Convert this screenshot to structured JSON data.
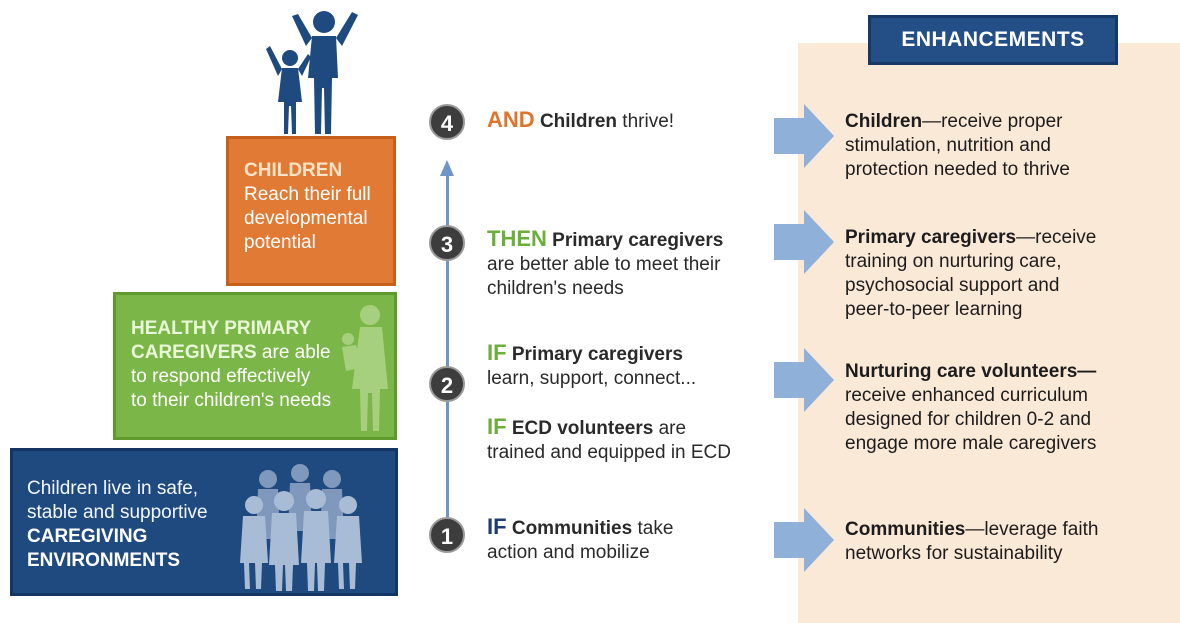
{
  "pyramid": {
    "children": {
      "title": "CHILDREN",
      "lines": [
        "Reach their full",
        "developmental",
        "potential"
      ]
    },
    "caregivers": {
      "title_line1": "HEALTHY PRIMARY",
      "title_line2": "CAREGIVERS",
      "line2_rest": " are able",
      "lines": [
        "to respond effectively",
        "to their children's needs"
      ]
    },
    "environment": {
      "lines": [
        "Children live in safe,",
        "stable and supportive"
      ],
      "emphasis": [
        "CAREGIVING",
        "ENVIRONMENTS"
      ]
    }
  },
  "steps": [
    {
      "number": "4",
      "keyword": "AND",
      "bold": "Children",
      "rest": " thrive!"
    },
    {
      "number": "3",
      "keyword": "THEN",
      "bold": "Primary caregivers",
      "line2": "are better able to meet their",
      "line3": "children's needs"
    },
    {
      "number": "2",
      "items": [
        {
          "keyword": "IF",
          "bold": "Primary caregivers",
          "line2": "learn, support, connect..."
        },
        {
          "keyword": "IF",
          "bold": "ECD volunteers",
          "rest": " are",
          "line2": "trained and equipped in ECD"
        }
      ]
    },
    {
      "number": "1",
      "keyword": "IF",
      "bold": "Communities",
      "rest": " take",
      "line2": "action and mobilize"
    }
  ],
  "enhancements": {
    "header": "ENHANCEMENTS",
    "items": [
      {
        "bold": "Children",
        "rest": "—receive proper",
        "lines": [
          "stimulation, nutrition and",
          "protection needed to thrive"
        ]
      },
      {
        "bold": "Primary caregivers",
        "rest": "—receive",
        "lines": [
          "training on nurturing care,",
          "psychosocial support and",
          "peer-to-peer learning"
        ]
      },
      {
        "bold": "Nurturing care volunteers",
        "rest": "—",
        "lines": [
          "receive enhanced curriculum",
          "designed for children 0-2 and",
          "engage more male caregivers"
        ]
      },
      {
        "bold": "Communities",
        "rest": "—leverage faith",
        "lines": [
          "networks for sustainability"
        ]
      }
    ]
  },
  "colors": {
    "orange": "#e07a35",
    "green": "#7ab648",
    "navy": "#1f4a80",
    "panel": "#fbe9d7",
    "arrow": "#8fb0d8"
  },
  "icons": [
    "parent-child-figures-icon",
    "mother-child-icon",
    "community-crowd-icon",
    "right-arrow-icon"
  ]
}
